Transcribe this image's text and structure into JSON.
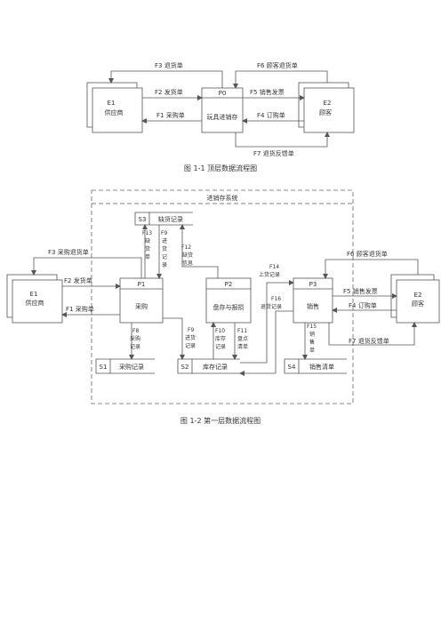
{
  "fig1": {
    "caption": "图 1-1 顶层数据流程图",
    "e1_id": "E1",
    "e1_name": "供应商",
    "p0_id": "P0",
    "p0_name": "玩具进销存",
    "e2_id": "E2",
    "e2_name": "顾客",
    "f1": "F1 采购单",
    "f2": "F2 发货单",
    "f3": "F3 退货单",
    "f4": "F4 订购单",
    "f5": "F5 销售发票",
    "f6": "F6 顾客退货单",
    "f7": "F7 退货反馈单"
  },
  "fig2": {
    "caption": "图 1-2 第一层数据流程图",
    "system_label": "进销存系统",
    "e1_id": "E1",
    "e1_name": "供应商",
    "e2_id": "E2",
    "e2_name": "顾客",
    "p1_id": "P1",
    "p1_name": "采购",
    "p2_id": "P2",
    "p2_name": "盘存与报损",
    "p3_id": "P3",
    "p3_name": "销售",
    "s1_id": "S1",
    "s1_name": "采购记录",
    "s2_id": "S2",
    "s2_name": "库存记录",
    "s3_id": "S3",
    "s3_name": "缺货记录",
    "s4_id": "S4",
    "s4_name": "销售清单",
    "f1": "F1 采购单",
    "f2": "F2 发货单",
    "f3": "F3 采购退货单",
    "f4": "F4 订购单",
    "f5": "F5 销售发票",
    "f6": "F6 顾客退货单",
    "f7": "F7 退货反馈单",
    "f8": [
      "F8",
      "采购",
      "记录"
    ],
    "f9": [
      "F9",
      "进货",
      "记录"
    ],
    "f10": [
      "F10",
      "库存",
      "记录"
    ],
    "f11": [
      "F11",
      "盘点",
      "清单"
    ],
    "f12": [
      "F12",
      "缺货",
      "信息"
    ],
    "f13": [
      "F13",
      "缺",
      "货",
      "单"
    ],
    "f13b": [
      "F9",
      "进",
      "货",
      "记",
      "录"
    ],
    "f14": [
      "F14",
      "上货记录"
    ],
    "f15": [
      "F15",
      "销",
      "售",
      "单"
    ],
    "f16": [
      "F16",
      "退货记录"
    ]
  }
}
